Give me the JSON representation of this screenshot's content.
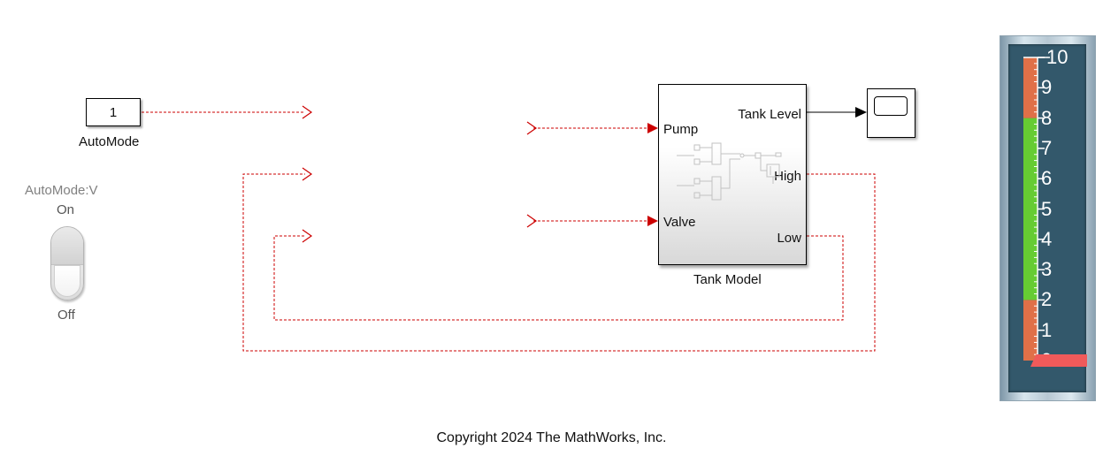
{
  "constant": {
    "value": "1",
    "label": "AutoMode"
  },
  "toggle": {
    "variable_label": "AutoMode:V",
    "on_label": "On",
    "off_label": "Off",
    "state": "Off"
  },
  "tank_model": {
    "name": "Tank Model",
    "inputs": [
      "Pump",
      "Valve"
    ],
    "outputs": [
      "Tank Level",
      "High",
      "Low"
    ]
  },
  "scope": {
    "icon": "scope-screen-icon"
  },
  "gauge": {
    "ticks": [
      "10",
      "9",
      "8",
      "7",
      "6",
      "5",
      "4",
      "3",
      "2",
      "1",
      "0"
    ],
    "range": [
      0,
      10
    ],
    "needle_value": 0,
    "bands": [
      {
        "from": 0,
        "to": 2,
        "color": "#e07048"
      },
      {
        "from": 2,
        "to": 8,
        "color": "#66cc33"
      },
      {
        "from": 8,
        "to": 10,
        "color": "#e07048"
      }
    ],
    "needle_color": "#f05a5a"
  },
  "colors": {
    "signal_dashed": "#cc0000",
    "arrow": "#cc0000",
    "line": "#000000"
  },
  "footer": {
    "copyright": "Copyright 2024 The MathWorks, Inc."
  }
}
